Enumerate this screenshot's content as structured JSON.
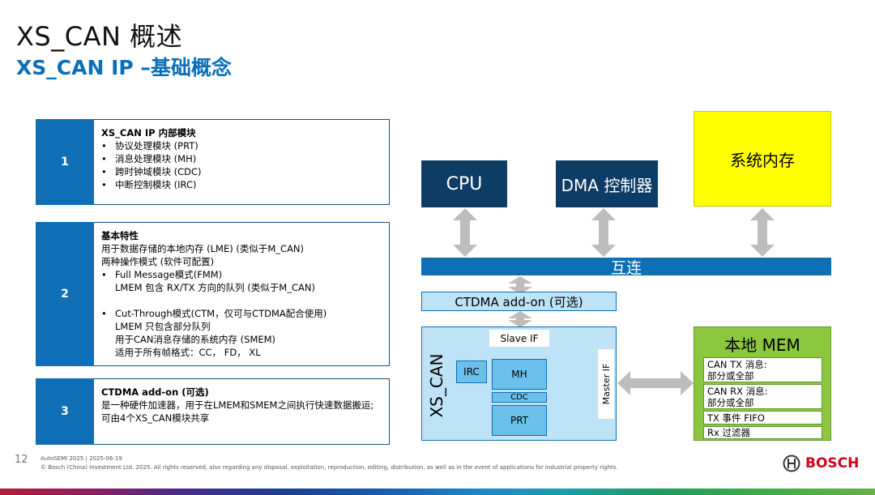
{
  "header": {
    "title": "XS_CAN 概述",
    "subtitle": "XS_CAN IP –基础概念"
  },
  "rows": [
    {
      "number": "1",
      "heading": "XS_CAN IP 内部模块",
      "bullets": [
        "协议处理模块 (PRT)",
        "消息处理模块 (MH)",
        "跨时钟域模块 (CDC)",
        "中断控制模块 (IRC)"
      ]
    },
    {
      "number": "2",
      "heading": "基本特性",
      "lines": [
        "用于数据存储的本地内存 (LME) (类似于M_CAN)",
        "两种操作模式 (软件可配置)",
        "Full Message模式(FMM)",
        "LMEM 包含 RX/TX 方向的队列 (类似于M_CAN)",
        "Cut-Through模式(CTM，仅可与CTDMA配合使用)",
        "LMEM 只包含部分队列",
        "用于CAN消息存储的系统内存 (SMEM)",
        "适用于所有帧格式：CC， FD， XL"
      ]
    },
    {
      "number": "3",
      "heading": "CTDMA add-on (可选)",
      "lines": [
        "是一种硬件加速器，用于在LMEM和SMEM之间执行快速数据搬运; 可由4个XS_CAN模块共享"
      ]
    }
  ],
  "diagram": {
    "cpu": "CPU",
    "dma": "DMA 控制器",
    "sysmem": "系统内存",
    "interconnect": "互连",
    "ctdma": "CTDMA add-on (可选)",
    "xscan": "XS_CAN",
    "slave_if": "Slave IF",
    "master_if": "Master IF",
    "irc": "IRC",
    "mh": "MH",
    "cdc": "CDC",
    "prt": "PRT",
    "local_mem": {
      "title": "本地 MEM",
      "items": [
        "CAN TX 消息:\n部分或全部",
        "CAN RX 消息:\n部分或全部",
        "TX 事件 FIFO",
        "Rx 过滤器"
      ]
    },
    "colors": {
      "navy": "#0d3c64",
      "blue": "#0e6fb6",
      "yellow": "#ffff00",
      "green": "#8dc63f"
    }
  },
  "footer": {
    "page": "12",
    "event": "AutoSEMI 2025 | 2025-06-19",
    "copyright": "© Bosch (China) Investment Ltd. 2025. All rights reserved, also regarding any disposal, exploitation, reproduction, editing, distribution, as well as in the event of applications for industrial property rights.",
    "brand": "BOSCH"
  }
}
